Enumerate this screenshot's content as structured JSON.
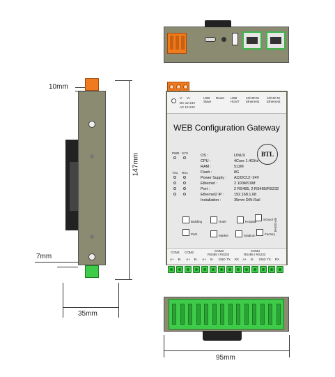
{
  "dimensions": {
    "top_height": "10mm",
    "total_height": "147mm",
    "bottom_offset": "7mm",
    "depth": "35mm",
    "width": "95mm"
  },
  "top_ports": {
    "usb_slave": "USB Slave",
    "reset": "Reset",
    "usb_host": "USB HOST",
    "eth1": "10/100 M Ethernet1",
    "eth2": "10/100 M Ethernet2",
    "power_pins": [
      "V-",
      "V+"
    ],
    "power_spec": [
      "DC 12-24V",
      "AC 12-24V"
    ]
  },
  "panel": {
    "title": "WEB Configuration Gateway",
    "logo": "BTL",
    "model": "BV-GW-M",
    "led_top": [
      "PWR",
      "SYS"
    ],
    "led_cols": [
      "TX1",
      "RX1"
    ],
    "leds_rows": 4,
    "specs": [
      {
        "label": "OS :",
        "value": "LINUX"
      },
      {
        "label": "CPU :",
        "value": "4Core 1.4GHz"
      },
      {
        "label": "RAM :",
        "value": "512M"
      },
      {
        "label": "Flash :",
        "value": "8G"
      },
      {
        "label": "Power Supply :",
        "value": "AC/DC12~24V"
      },
      {
        "label": "Ethernet :",
        "value": "2 100M/10M"
      },
      {
        "label": "Port :",
        "value": "2 RS485, 2 RS485/RS232"
      },
      {
        "label": "Ethernet2 IP :",
        "value": "192.168.1.68"
      },
      {
        "label": "Installation :",
        "value": "35mm DIN-Rail"
      }
    ],
    "icons": [
      {
        "name": "Building"
      },
      {
        "name": "Hotel"
      },
      {
        "name": "Hospital"
      },
      {
        "name": "School"
      },
      {
        "name": "Park"
      },
      {
        "name": "Market"
      },
      {
        "name": "Stadium"
      },
      {
        "name": "Factory"
      }
    ],
    "com_labels": [
      "COM1",
      "COM2",
      "COM3",
      "COM4"
    ],
    "com_sub": [
      "RS485 / RS232",
      "RS485 / RS232"
    ],
    "pin_labels": [
      "A+",
      "B-",
      "A+",
      "B-",
      "A+",
      "B-",
      "GND",
      "TX",
      "RX",
      "A+",
      "B-",
      "GND",
      "TX",
      "RX"
    ]
  },
  "colors": {
    "body": "#8b8b72",
    "panel": "#e8e8e8",
    "terminal_green": "#3ecb4a",
    "terminal_orange": "#f07a1e",
    "rj45": "#3cb54a"
  }
}
